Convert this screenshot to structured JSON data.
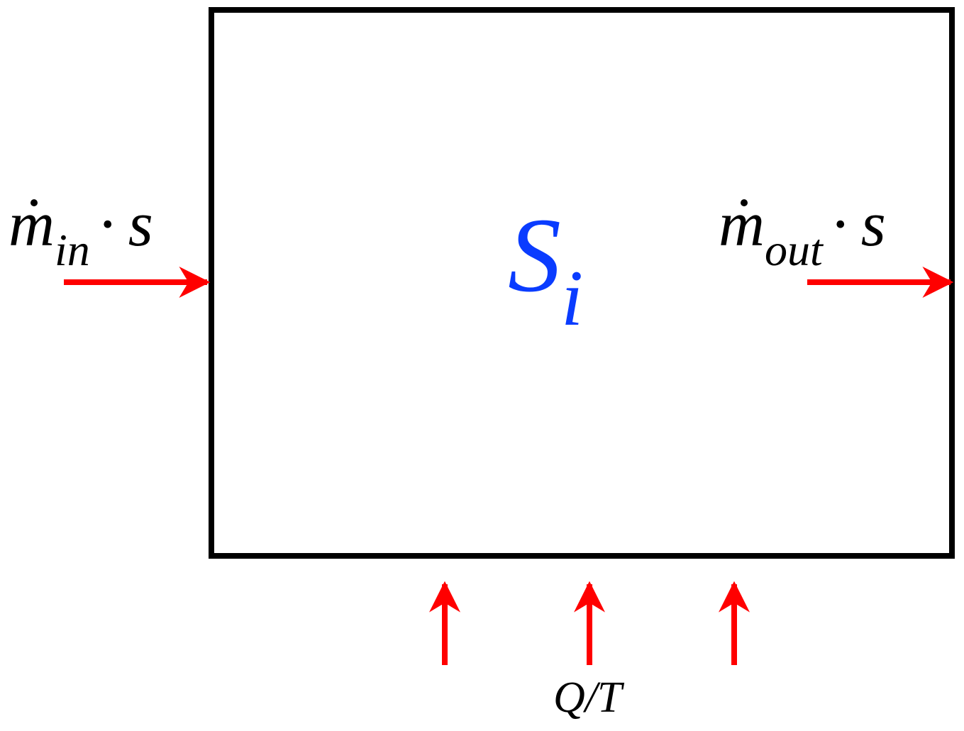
{
  "system": {
    "label_main": "S",
    "label_sub": "i",
    "label_color": "#0a3cff",
    "border_color": "#000000"
  },
  "inlet": {
    "label_main": "m",
    "label_sub": "in",
    "label_dot": "·",
    "label_tail": "s"
  },
  "outlet": {
    "label_main": "m",
    "label_sub": "out",
    "label_dot": "·",
    "label_tail": "s"
  },
  "heat": {
    "label": "Q/T"
  },
  "arrow_color": "#ff0000"
}
